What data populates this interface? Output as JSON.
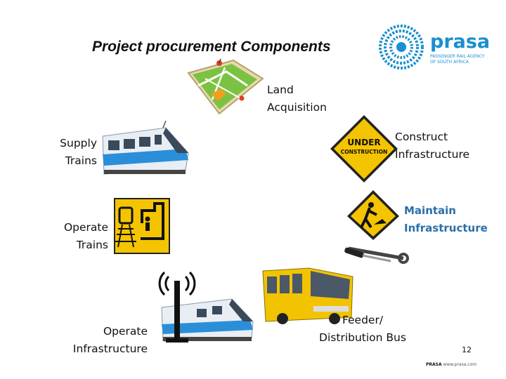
{
  "slide": {
    "title": "Project procurement Components",
    "logo": {
      "name": "prasa",
      "tagline_1": "PASSENGER RAIL AGENCY",
      "tagline_2": "OF SOUTH AFRICA",
      "color": "#1a8fd1"
    },
    "components": {
      "land": {
        "line1": "Land",
        "line2": "Acquisition"
      },
      "supply_trains": {
        "line1": "Supply",
        "line2": "Trains"
      },
      "construct": {
        "line1": "Construct",
        "line2": "Infrastructure",
        "sign_text_1": "UNDER",
        "sign_text_2": "CONSTRUCTION"
      },
      "operate_trains": {
        "line1": "Operate",
        "line2": "Trains"
      },
      "maintain": {
        "line1": "Maintain",
        "line2": "Infrastructure"
      },
      "operate_infra": {
        "line1": "Operate",
        "line2": "Infrastructure"
      },
      "bus": {
        "line1": "Feeder/",
        "line2": "Distribution Bus"
      }
    },
    "page_number": "12",
    "footer_brand": "PRASA",
    "footer_url": "www.prasa.com",
    "colors": {
      "sign_yellow": "#f5c400",
      "train_blue": "#2a8fd8",
      "label_blue": "#2a6fa8"
    }
  }
}
